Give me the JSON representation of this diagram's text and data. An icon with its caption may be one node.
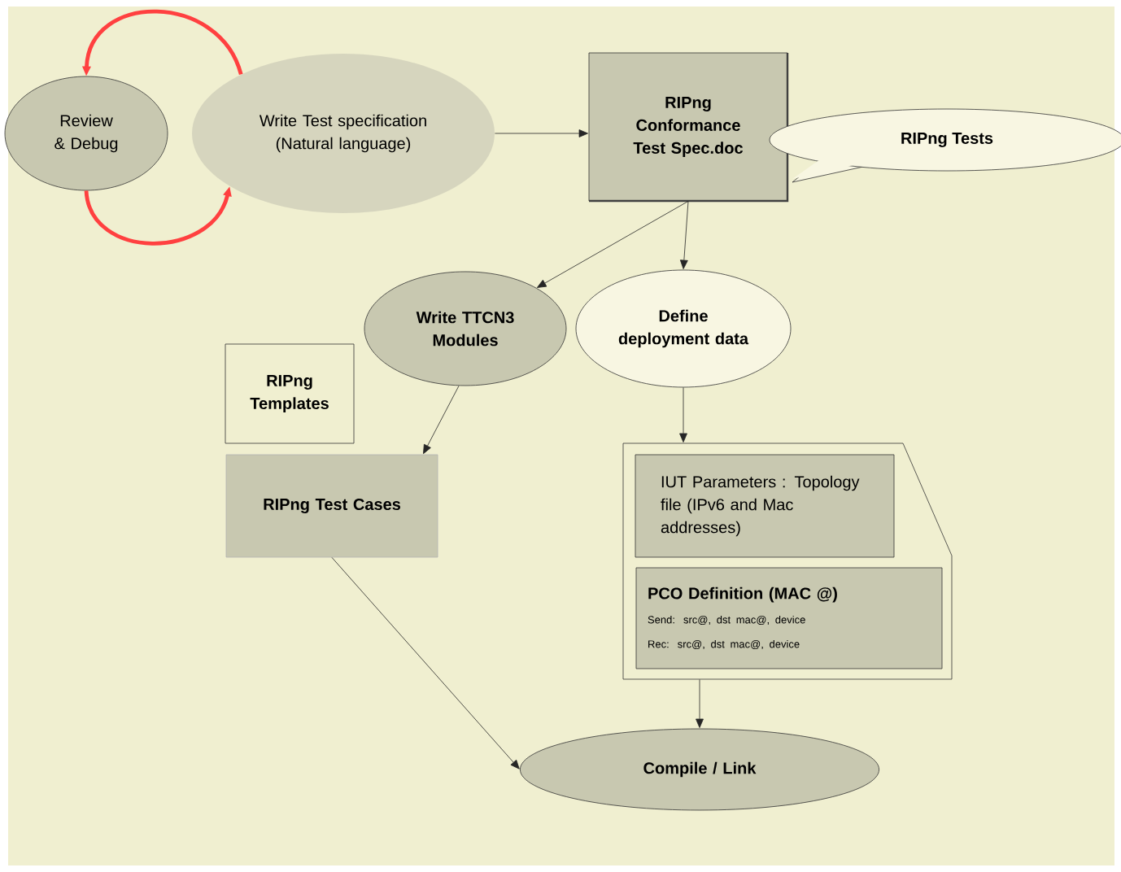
{
  "diagram": {
    "nodes": [
      {
        "text": [
          "Review & Debug"
        ]
      },
      {
        "text": [
          "Write Test specification (Natural language)"
        ]
      },
      {
        "text": [
          "RIPng Conformance Test Spec.doc"
        ]
      },
      {
        "text": [
          "RIPng Tests"
        ]
      },
      {
        "text": [
          "Write TTCN3 Modules"
        ]
      },
      {
        "text": [
          "Define deployment data"
        ]
      },
      {
        "text": [
          "RIPng Templates"
        ]
      },
      {
        "text": [
          "RIPng Test Cases"
        ]
      },
      {
        "text": [],
        "shape": "box"
      },
      {
        "text": [
          "IUT Parameters : Topology file (IPv6 and Mac addresses)"
        ],
        "in": 8
      },
      {
        "text": [
          "PCO Definition (MAC @)",
          "Send: src@, dst mac@, device",
          "Rec: src@, dst mac@, device"
        ],
        "in": 8
      },
      {
        "text": [
          "Compile / Link"
        ]
      }
    ],
    "edges": [
      {
        "from": 1,
        "to": 0,
        "arrow": "to",
        "color": "#ff4040",
        "style": "thick"
      },
      {
        "from": 0,
        "to": 1,
        "arrow": "to",
        "color": "#ff4040",
        "style": "thick"
      },
      {
        "from": 1,
        "to": 2,
        "arrow": "to"
      },
      {
        "from": 2,
        "to": 4,
        "arrow": "to"
      },
      {
        "from": 2,
        "to": 5,
        "arrow": "to"
      },
      {
        "from": 4,
        "to": 7,
        "arrow": "to"
      },
      {
        "from": 5,
        "to": 8,
        "arrow": "to"
      },
      {
        "from": 7,
        "to": 11,
        "arrow": "to"
      },
      {
        "from": 8,
        "to": 11,
        "arrow": "to"
      }
    ]
  }
}
